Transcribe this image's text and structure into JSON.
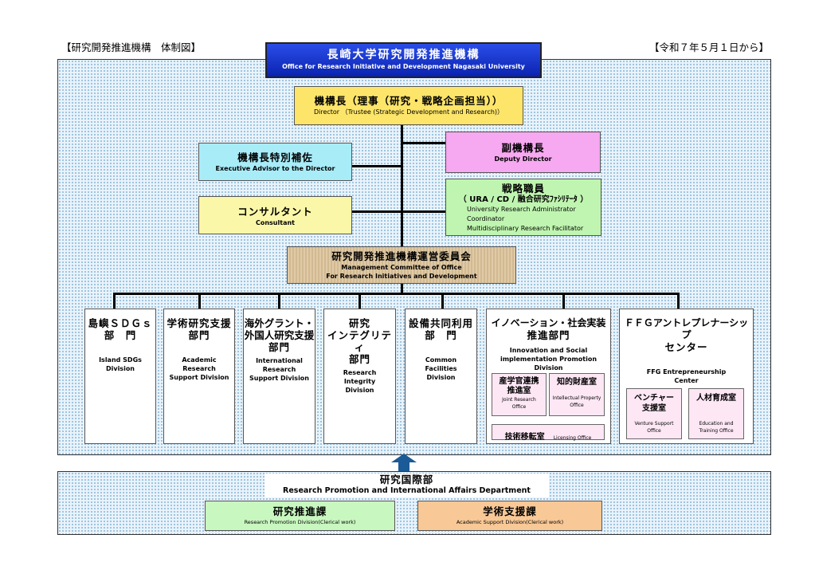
{
  "header": {
    "left_title": "【研究開発推進機構　体制図】",
    "right_date": "【令和７年５月１日から】"
  },
  "org": {
    "top": {
      "jp": "長崎大学研究開発推進機構",
      "en": "Office for Research Initiative and Development Nagasaki University"
    },
    "director": {
      "jp": "機構長（理事（研究・戦略企画担当））",
      "en": "Director （Trustee (Strategic Development and Research)）"
    },
    "executive_advisor": {
      "jp": "機構長特別補佐",
      "en": "Executive Advisor to the Director"
    },
    "deputy_director": {
      "jp": "副機構長",
      "en": "Deputy Director"
    },
    "consultant": {
      "jp": "コンサルタント",
      "en": "Consultant"
    },
    "strategic_staff": {
      "jp": "戦略職員",
      "jp_sub": "（ URA / CD / 融合研究ﾌｧｼﾘﾃｰﾀ ）",
      "en_lines": [
        "University Research Administrator",
        "Coordinator",
        "Multidisciplinary Research Facilitator"
      ]
    },
    "committee": {
      "jp": "研究開発推進機構運営委員会",
      "en1": "Management Committee of Office",
      "en2": "For Research Initiatives and Development"
    }
  },
  "divisions": [
    {
      "jp1": "島嶼ＳＤＧｓ",
      "jp2": "部　門",
      "en": "Island SDGs Division"
    },
    {
      "jp1": "学術研究支援",
      "jp2": "部門",
      "en": "Academic Research Support Division"
    },
    {
      "jp1": "海外グラント・",
      "jp2": "外国人研究支援",
      "jp3": "部門",
      "en": "International Research Support Division"
    },
    {
      "jp1": "研究",
      "jp2": "インテグリティ",
      "jp3": "部門",
      "en": "Research Integrity Division"
    },
    {
      "jp1": "設備共同利用",
      "jp2": "部　門",
      "en": "Common Facilities Division"
    }
  ],
  "innovation": {
    "jp1": "イノベーション・社会実装",
    "jp2": "推進部門",
    "en1": "Innovation and Social",
    "en2": "implementation Promotion Division",
    "subs": [
      {
        "jp1": "産学官連携",
        "jp2": "推進室",
        "en1": "Joint Research",
        "en2": "Office"
      },
      {
        "jp1": "知的財産室",
        "en1": "Intellectual Property",
        "en2": "Office"
      }
    ],
    "licensing": {
      "jp": "技術移転室",
      "en": "Licensing Office"
    }
  },
  "ffg": {
    "jp1": "ＦＦＧアントレプレナーシップ",
    "jp2": "センター",
    "en1": "FFG Entrepreneurship",
    "en2": "Center",
    "subs": [
      {
        "jp1": "ベンチャー",
        "jp2": "支援室",
        "en1": "Venture Support",
        "en2": "Office"
      },
      {
        "jp1": "人材育成室",
        "en1": "Education and",
        "en2": "Training Office"
      }
    ]
  },
  "department": {
    "jp": "研究国際部",
    "en": "Research Promotion and International Affairs Department",
    "units": [
      {
        "jp": "研究推進課",
        "en": "Research Promotion Division(Clerical work)"
      },
      {
        "jp": "学術支援課",
        "en": "Academic Support Division(Clerical work)"
      }
    ]
  },
  "colors": {
    "top_blue": "#1030c8",
    "director_yellow": "#fde56a",
    "advisor_cyan": "#a8ecf8",
    "deputy_pink": "#f6a8f0",
    "consultant_yellow": "#fbf7a8",
    "staff_green": "#bff5b0",
    "committee_tan": "#dcc39a",
    "unit_green": "#c8f7c0",
    "unit_orange": "#f8c896",
    "arrow_blue": "#1a5a96"
  }
}
